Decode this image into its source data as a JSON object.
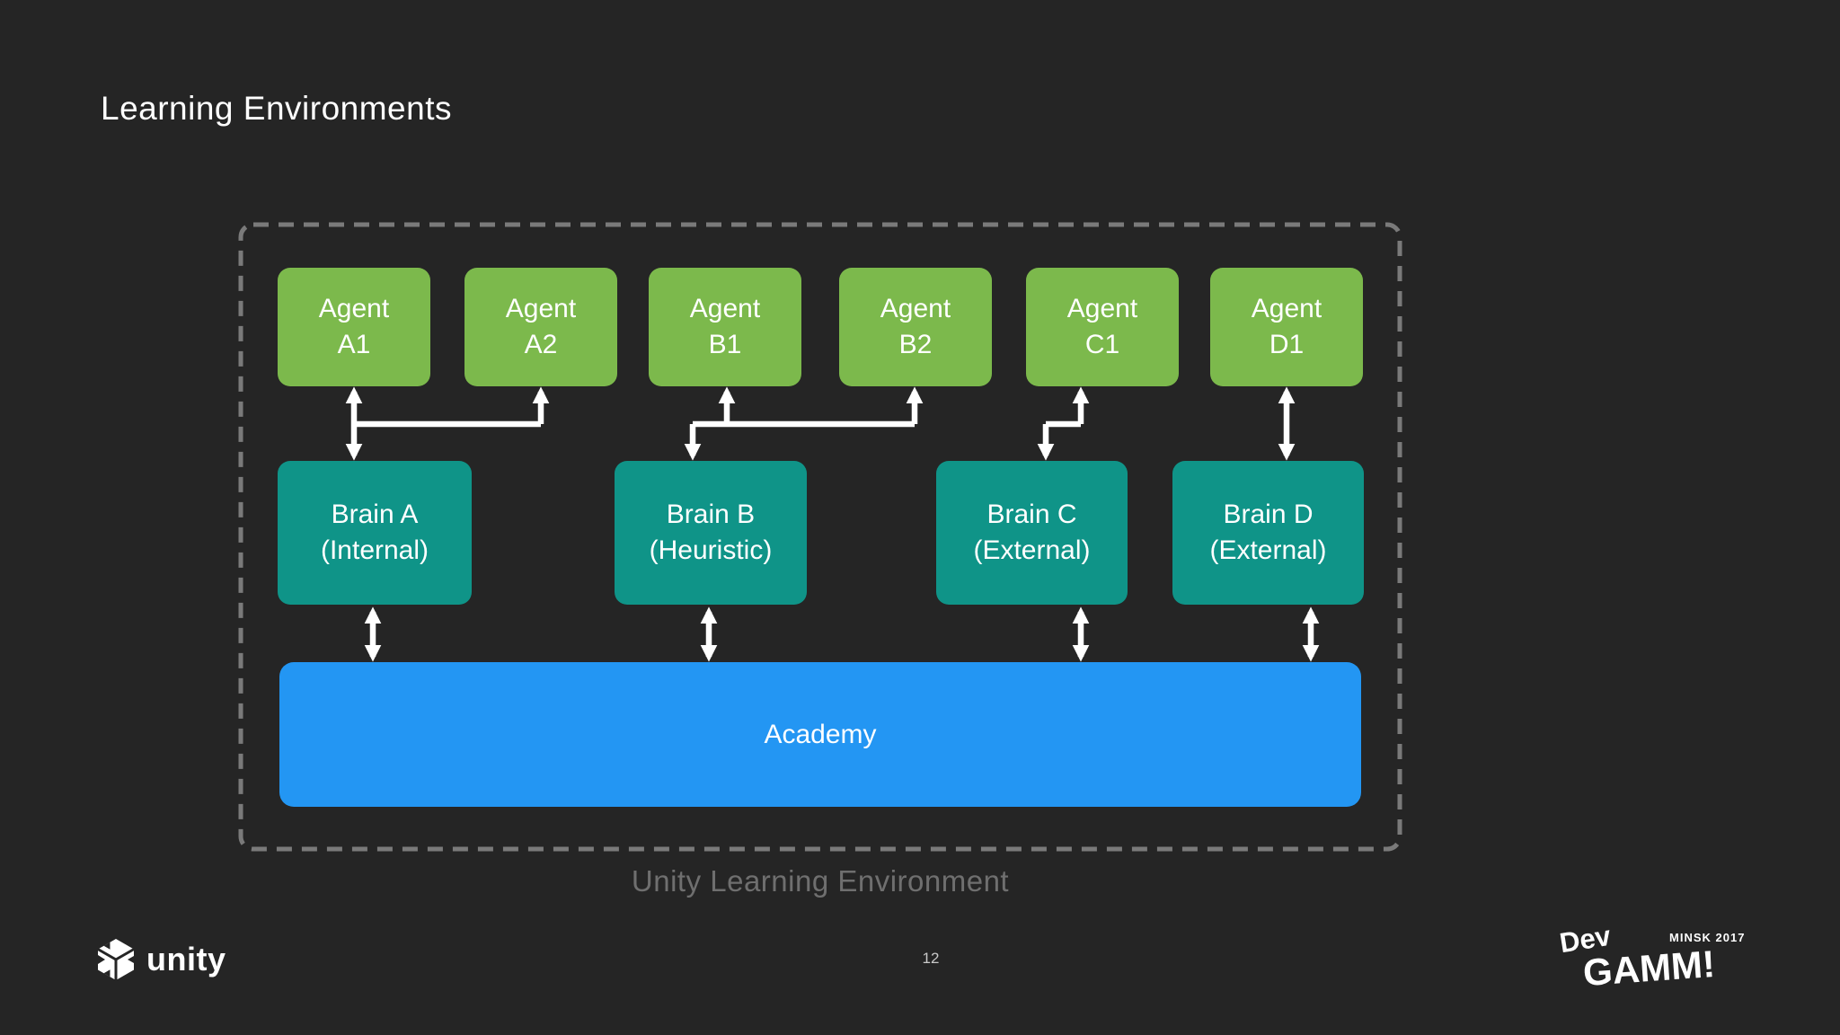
{
  "slide": {
    "title": "Learning Environments",
    "caption": "Unity Learning Environment",
    "page_number": "12"
  },
  "diagram": {
    "agents": [
      {
        "kind": "Agent",
        "code": "A1"
      },
      {
        "kind": "Agent",
        "code": "A2"
      },
      {
        "kind": "Agent",
        "code": "B1"
      },
      {
        "kind": "Agent",
        "code": "B2"
      },
      {
        "kind": "Agent",
        "code": "C1"
      },
      {
        "kind": "Agent",
        "code": "D1"
      }
    ],
    "brains": [
      {
        "name": "Brain A",
        "mode": "(Internal)"
      },
      {
        "name": "Brain B",
        "mode": "(Heuristic)"
      },
      {
        "name": "Brain C",
        "mode": "(External)"
      },
      {
        "name": "Brain D",
        "mode": "(External)"
      }
    ],
    "academy_label": "Academy"
  },
  "footer": {
    "unity_logo_text": "unity",
    "devgamm": {
      "line1": "Dev",
      "line2": "GAMM!",
      "event": "MINSK 2017"
    }
  },
  "colors": {
    "background": "#252525",
    "agent_green": "#7CB94C",
    "brain_teal": "#0F9488",
    "academy_blue": "#2396F3",
    "dashed_border": "#7A7A7A",
    "caption_gray": "#6F6F6F",
    "arrow_white": "#FFFFFF"
  }
}
